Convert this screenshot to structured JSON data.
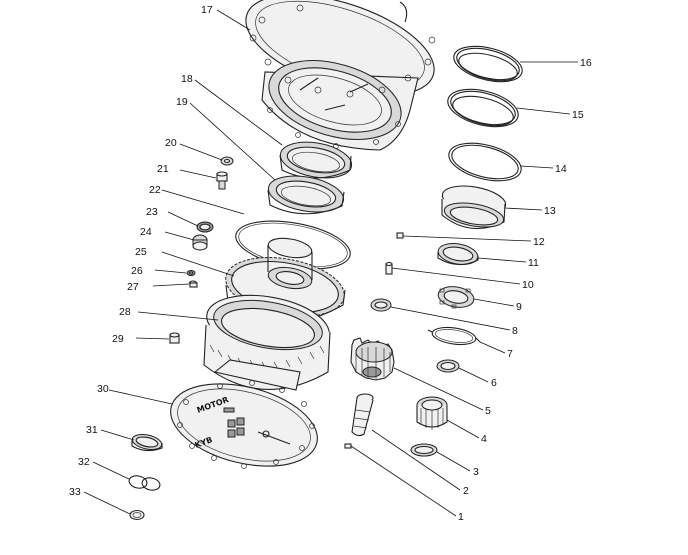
{
  "callouts": [
    {
      "id": "1",
      "label": "1"
    },
    {
      "id": "2",
      "label": "2"
    },
    {
      "id": "3",
      "label": "3"
    },
    {
      "id": "4",
      "label": "4"
    },
    {
      "id": "5",
      "label": "5"
    },
    {
      "id": "6",
      "label": "6"
    },
    {
      "id": "7",
      "label": "7"
    },
    {
      "id": "8",
      "label": "8"
    },
    {
      "id": "9",
      "label": "9"
    },
    {
      "id": "10",
      "label": "10"
    },
    {
      "id": "11",
      "label": "11"
    },
    {
      "id": "12",
      "label": "12"
    },
    {
      "id": "13",
      "label": "13"
    },
    {
      "id": "14",
      "label": "14"
    },
    {
      "id": "15",
      "label": "15"
    },
    {
      "id": "16",
      "label": "16"
    },
    {
      "id": "17",
      "label": "17"
    },
    {
      "id": "18",
      "label": "18"
    },
    {
      "id": "19",
      "label": "19"
    },
    {
      "id": "20",
      "label": "20"
    },
    {
      "id": "21",
      "label": "21"
    },
    {
      "id": "22",
      "label": "22"
    },
    {
      "id": "23",
      "label": "23"
    },
    {
      "id": "24",
      "label": "24"
    },
    {
      "id": "25",
      "label": "25"
    },
    {
      "id": "26",
      "label": "26"
    },
    {
      "id": "27",
      "label": "27"
    },
    {
      "id": "28",
      "label": "28"
    },
    {
      "id": "29",
      "label": "29"
    },
    {
      "id": "30",
      "label": "30"
    },
    {
      "id": "31",
      "label": "31"
    },
    {
      "id": "32",
      "label": "32"
    },
    {
      "id": "33",
      "label": "33"
    }
  ],
  "cover_plate": {
    "stamp_top": "MOTOR",
    "stamp_bottom": "KYB"
  }
}
